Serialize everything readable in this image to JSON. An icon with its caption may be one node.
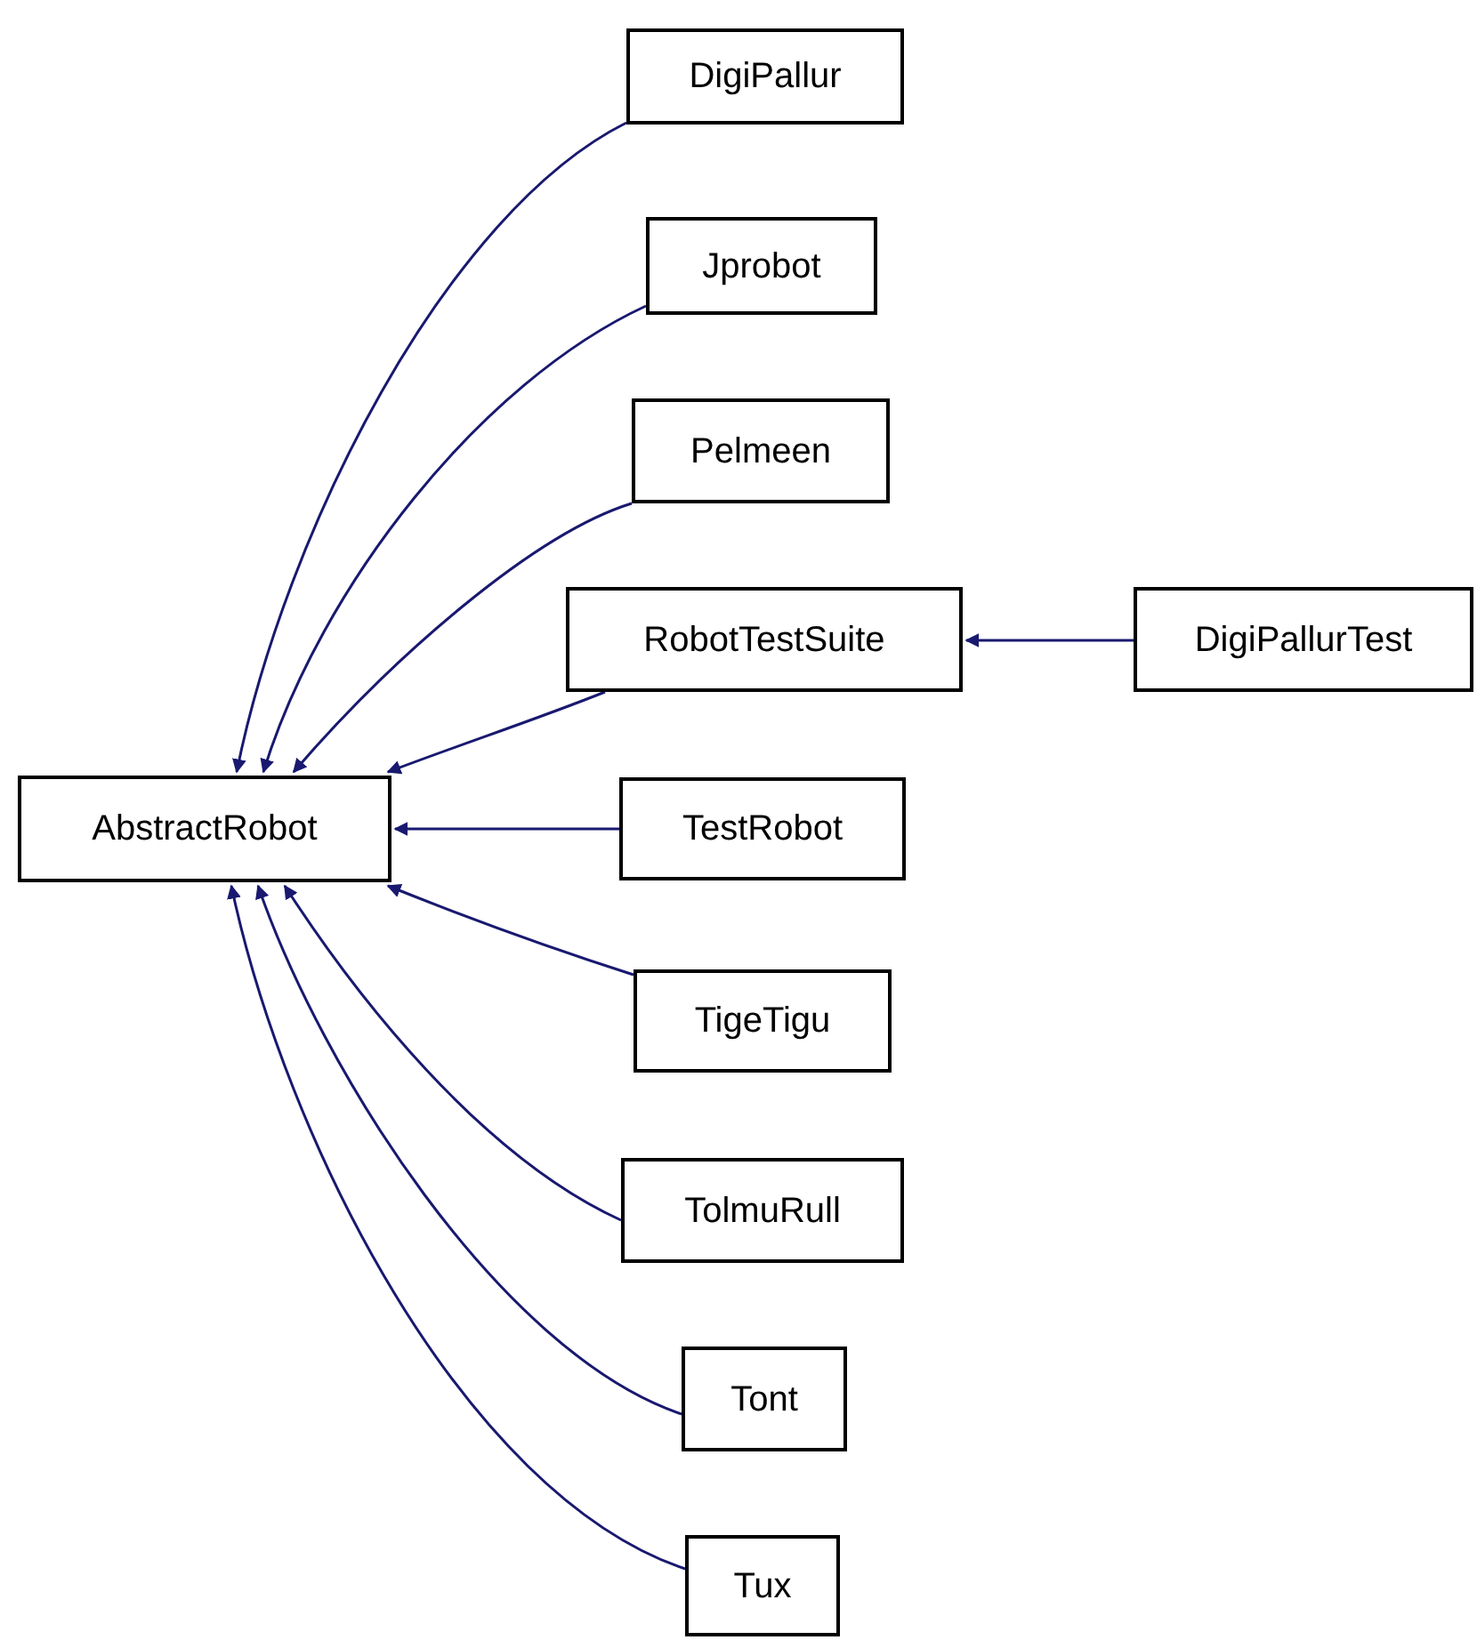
{
  "diagram": {
    "nodes": [
      {
        "text": [
          "AbstractRobot"
        ]
      },
      {
        "text": [
          "DigiPallur"
        ]
      },
      {
        "text": [
          "Jprobot"
        ]
      },
      {
        "text": [
          "Pelmeen"
        ]
      },
      {
        "text": [
          "RobotTestSuite"
        ]
      },
      {
        "text": [
          "DigiPallurTest"
        ]
      },
      {
        "text": [
          "TestRobot"
        ]
      },
      {
        "text": [
          "TigeTigu"
        ]
      },
      {
        "text": [
          "TolmuRull"
        ]
      },
      {
        "text": [
          "Tont"
        ]
      },
      {
        "text": [
          "Tux"
        ]
      }
    ],
    "edges": [
      {
        "from": 1,
        "to": 0,
        "arrow": "to"
      },
      {
        "from": 2,
        "to": 0,
        "arrow": "to"
      },
      {
        "from": 3,
        "to": 0,
        "arrow": "to"
      },
      {
        "from": 4,
        "to": 0,
        "arrow": "to"
      },
      {
        "from": 5,
        "to": 4,
        "arrow": "to"
      },
      {
        "from": 6,
        "to": 0,
        "arrow": "to"
      },
      {
        "from": 7,
        "to": 0,
        "arrow": "to"
      },
      {
        "from": 8,
        "to": 0,
        "arrow": "to"
      },
      {
        "from": 9,
        "to": 0,
        "arrow": "to"
      },
      {
        "from": 10,
        "to": 0,
        "arrow": "to"
      }
    ]
  }
}
